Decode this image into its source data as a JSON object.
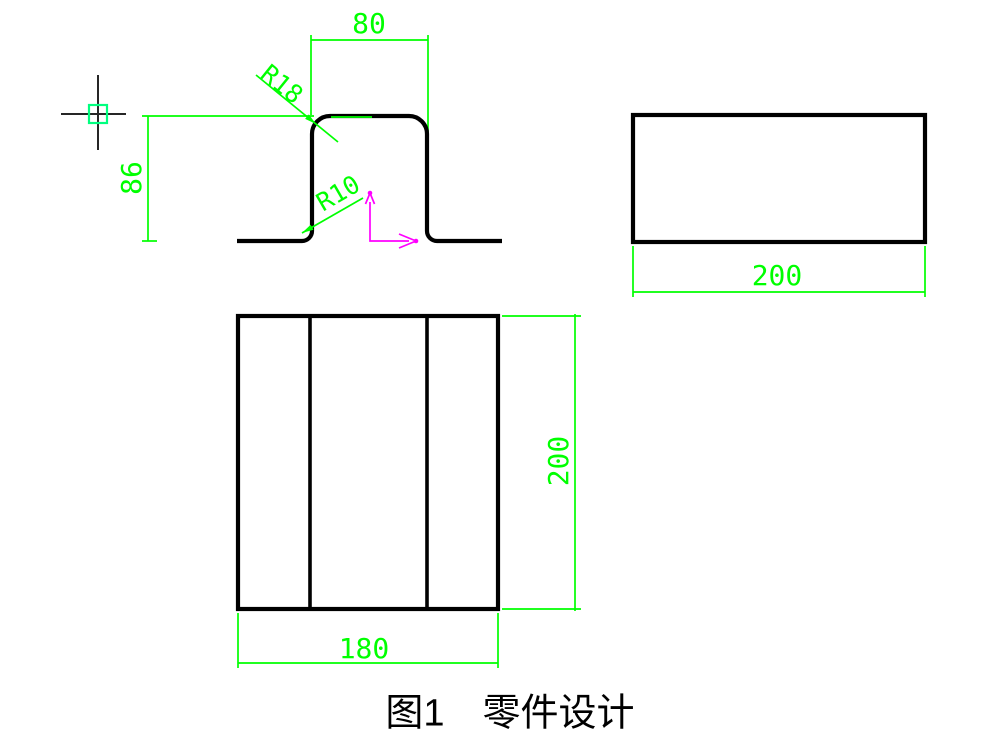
{
  "colors": {
    "background": "#ffffff",
    "part_outline": "#000000",
    "dimension": "#00ff00",
    "ucs_axis": "#ff00ff",
    "crosshair": "#262626",
    "pickbox": "#00ff7f"
  },
  "views": {
    "front": {
      "dim_width_top": "80",
      "dim_height": "86",
      "radius_top_label": "R18",
      "radius_bottom_label": "R10"
    },
    "side": {
      "dim_width": "200"
    },
    "plan": {
      "dim_width": "180",
      "dim_height": "200"
    }
  },
  "caption": {
    "figure_label": "图1　零件设计"
  }
}
